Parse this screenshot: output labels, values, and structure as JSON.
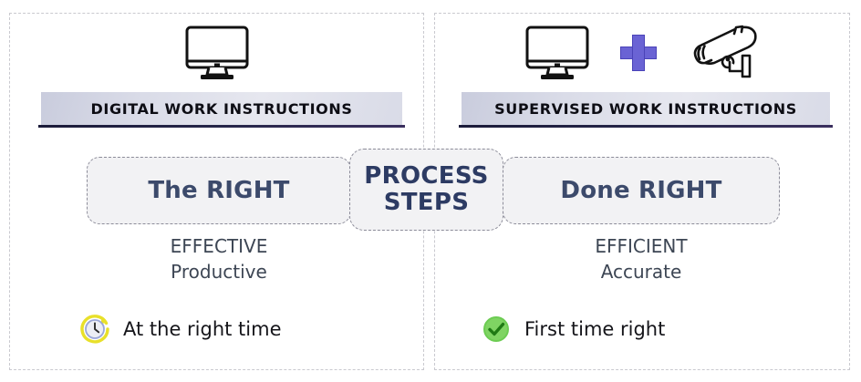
{
  "panels": {
    "left": {
      "icons": [
        "monitor-icon"
      ],
      "banner": "DIGITAL WORK INSTRUCTIONS",
      "pill": "The RIGHT",
      "subtitle_primary": "EFFECTIVE",
      "subtitle_secondary": "Productive",
      "callout_icon": "clock-icon",
      "callout": "At the right time"
    },
    "right": {
      "icons": [
        "monitor-icon",
        "plus-icon",
        "security-camera-icon"
      ],
      "banner": "SUPERVISED WORK INSTRUCTIONS",
      "pill": "Done RIGHT",
      "subtitle_primary": "EFFICIENT",
      "subtitle_secondary": "Accurate",
      "callout_icon": "green-check-icon",
      "callout": "First time right"
    }
  },
  "center": {
    "line1": "PROCESS",
    "line2": "STEPS"
  },
  "colors": {
    "pill_text": "#3c4a6b",
    "center_text": "#2d3b63",
    "plus": "#6A63D4",
    "banner_underline": "#1b1b3a",
    "banner_fill": "#dadce8",
    "pill_fill": "#f2f2f4",
    "panel_border": "#c9c9cf",
    "check_green": "#6ccc52",
    "clock_yellow": "#e8e02a"
  }
}
